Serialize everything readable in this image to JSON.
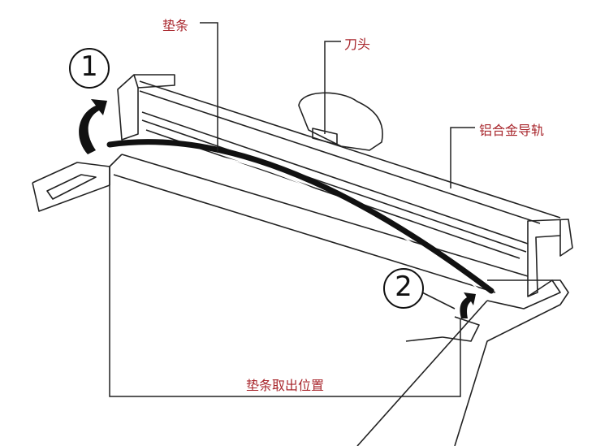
{
  "labels": {
    "strip": "垫条",
    "cutter_head": "刀头",
    "rail": "铝合金导轨",
    "strip_removal": "垫条取出位置"
  },
  "steps": [
    "1",
    "2"
  ],
  "colors": {
    "label": "#a8262c",
    "line": "#222222"
  }
}
